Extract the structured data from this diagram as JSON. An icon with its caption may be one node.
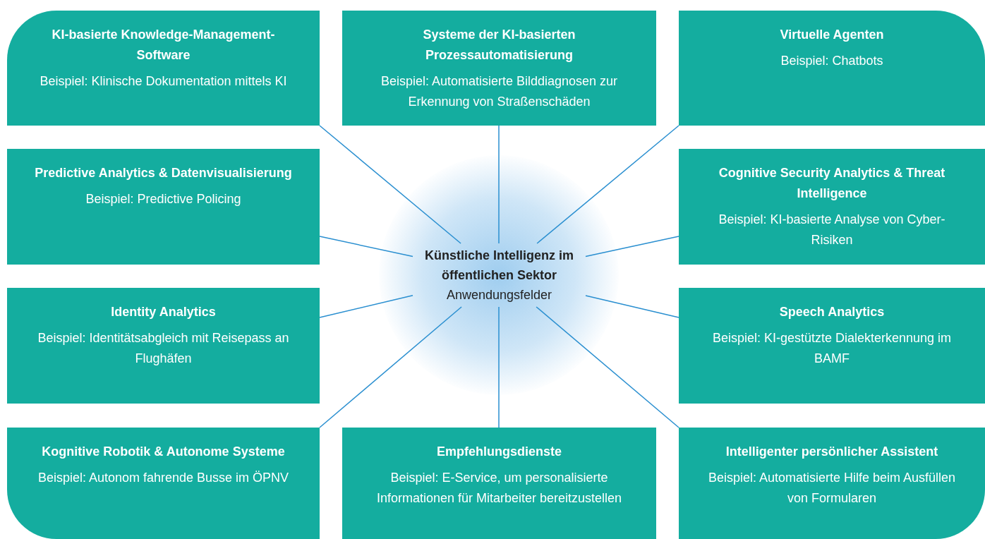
{
  "diagram": {
    "nodes": [
      {
        "text": [
          "Künstliche Intelligenz im öffentlichen Sektor",
          "Anwendungsfelder"
        ]
      },
      {
        "text": [
          "KI-basierte Knowledge-Management-Software",
          "Beispiel: Klinische Dokumentation mittels KI"
        ]
      },
      {
        "text": [
          "Systeme der KI-basierten Prozessautomatisierung",
          "Beispiel: Automatisierte Bilddiagnosen zur Erkennung von Straßenschäden"
        ]
      },
      {
        "text": [
          "Virtuelle Agenten",
          "Beispiel: Chatbots"
        ]
      },
      {
        "text": [
          "Predictive Analytics & Datenvisualisierung",
          "Beispiel: Predictive Policing"
        ]
      },
      {
        "text": [
          "Cognitive Security Analytics & Threat Intelligence",
          "Beispiel: KI-basierte Analyse von Cyber-Risiken"
        ]
      },
      {
        "text": [
          "Identity Analytics",
          "Beispiel: Identitätsabgleich mit Reisepass an Flughäfen"
        ]
      },
      {
        "text": [
          "Speech Analytics",
          "Beispiel: KI-gestützte Dialekterkennung im BAMF"
        ]
      },
      {
        "text": [
          "Kognitive Robotik & Autonome Systeme",
          "Beispiel: Autonom fahrende Busse im ÖPNV"
        ]
      },
      {
        "text": [
          "Empfehlungsdienste",
          "Beispiel: E-Service, um personalisierte Informationen für Mitarbeiter bereitzustellen"
        ]
      },
      {
        "text": [
          "Intelligenter persönlicher Assistent",
          "Beispiel: Automatisierte Hilfe beim Ausfüllen von Formularen"
        ]
      }
    ],
    "edges": [
      {
        "from": 0,
        "to": 1,
        "arrow": "none"
      },
      {
        "from": 0,
        "to": 2,
        "arrow": "none"
      },
      {
        "from": 0,
        "to": 3,
        "arrow": "none"
      },
      {
        "from": 0,
        "to": 4,
        "arrow": "none"
      },
      {
        "from": 0,
        "to": 5,
        "arrow": "none"
      },
      {
        "from": 0,
        "to": 6,
        "arrow": "none"
      },
      {
        "from": 0,
        "to": 7,
        "arrow": "none"
      },
      {
        "from": 0,
        "to": 8,
        "arrow": "none"
      },
      {
        "from": 0,
        "to": 9,
        "arrow": "none"
      },
      {
        "from": 0,
        "to": 10,
        "arrow": "none"
      }
    ]
  }
}
